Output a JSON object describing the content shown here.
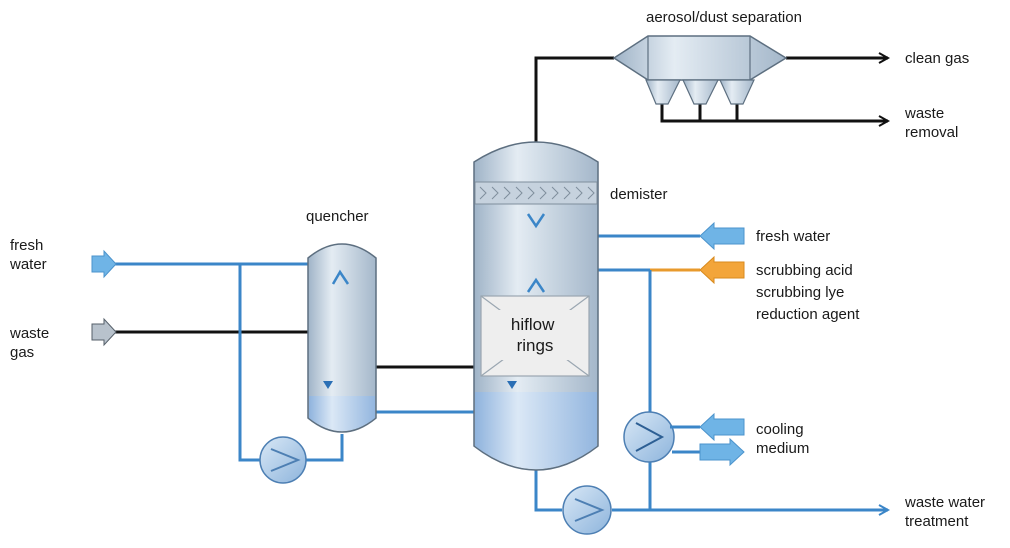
{
  "colors": {
    "water_line": "#3b86c8",
    "gas_line": "#111111",
    "acid_line": "#e89a2c",
    "vessel_body": "#b6c6d6",
    "vessel_highlight": "#e4ecf3",
    "liquid": "#a9c6e8",
    "liquid_highlight": "#dbe8f6",
    "packing_fill": "#eeeeee",
    "arrow_water": "#6fb4e6",
    "arrow_gas": "#b8c2cc",
    "arrow_acid": "#f3a53a"
  },
  "labels": {
    "aerosol_separation": "aerosol/dust separation",
    "clean_gas": "clean gas",
    "waste_removal": [
      "waste",
      "removal"
    ],
    "demister": "demister",
    "quencher": "quencher",
    "fresh_water_left": [
      "fresh",
      "water"
    ],
    "waste_gas": [
      "waste",
      "gas"
    ],
    "fresh_water_right": "fresh water",
    "scrubbing_chemicals": [
      "scrubbing acid",
      "scrubbing lye",
      "reduction agent"
    ],
    "packing": [
      "hiflow",
      "rings"
    ],
    "cooling_medium": [
      "cooling",
      "medium"
    ],
    "waste_water_treatment": [
      "waste water",
      "treatment"
    ]
  }
}
